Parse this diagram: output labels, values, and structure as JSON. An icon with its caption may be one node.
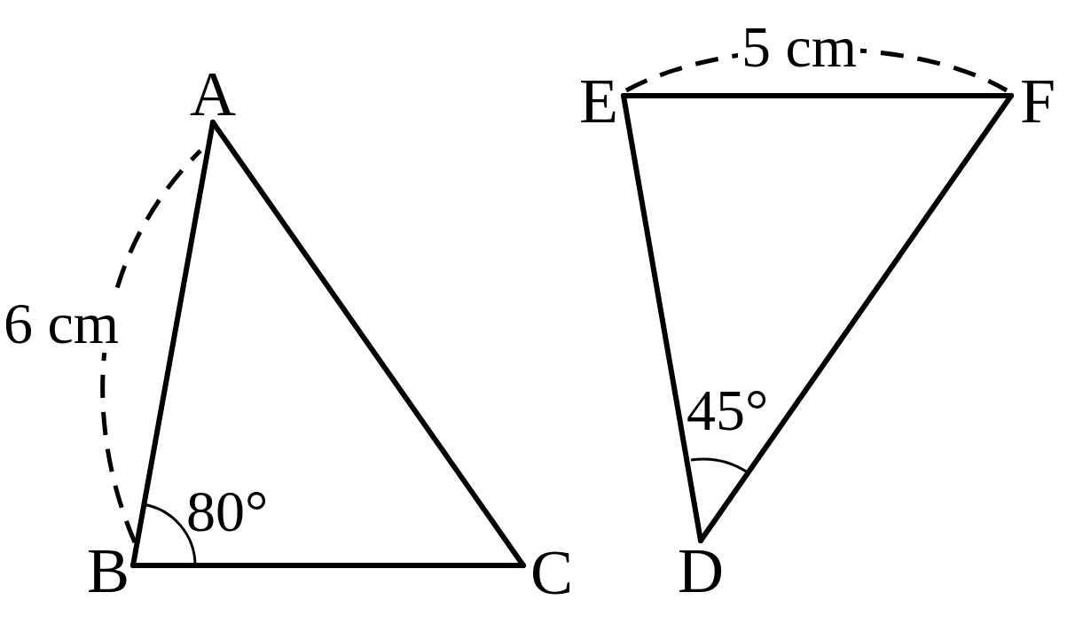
{
  "diagram": {
    "nodes": [
      {
        "text": [
          "A"
        ]
      },
      {
        "text": [
          "B"
        ]
      },
      {
        "text": [
          "C"
        ]
      },
      {
        "text": [
          "D"
        ]
      },
      {
        "text": [
          "E"
        ]
      },
      {
        "text": [
          "F"
        ]
      }
    ],
    "edges": [
      {
        "from": 0,
        "to": 1,
        "arrow": "none"
      },
      {
        "from": 1,
        "to": 2,
        "arrow": "none"
      },
      {
        "from": 2,
        "to": 0,
        "arrow": "none"
      },
      {
        "from": 4,
        "to": 5,
        "arrow": "none"
      },
      {
        "from": 5,
        "to": 3,
        "arrow": "none"
      },
      {
        "from": 3,
        "to": 4,
        "arrow": "none"
      }
    ],
    "labels": [
      "6 cm",
      "80°",
      "5 cm",
      "45°"
    ]
  }
}
